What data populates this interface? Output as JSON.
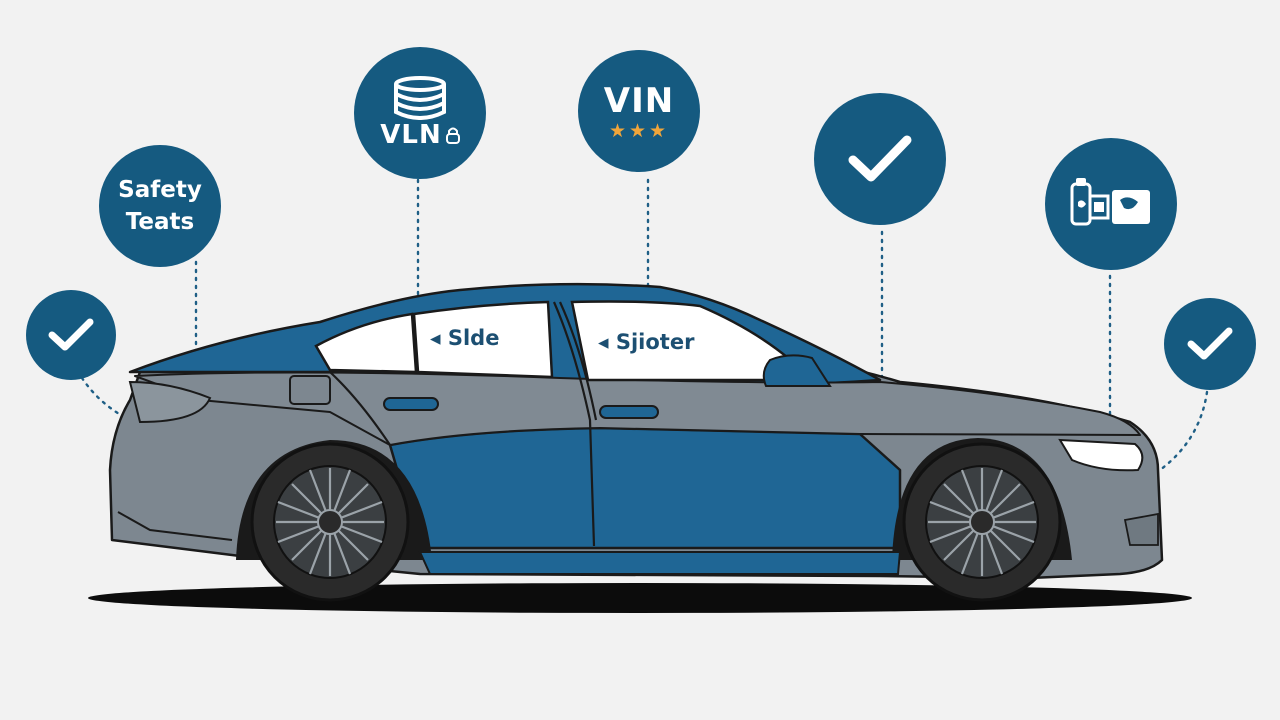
{
  "callouts": {
    "safety_tests": {
      "line1": "Safety",
      "line2": "Teats"
    },
    "vin_database": {
      "label": "VLN"
    },
    "vin_rating": {
      "label": "VIN",
      "stars": "★★★"
    }
  },
  "windows": {
    "rear_window_label": "◂ Slde",
    "front_window_label": "◂ Sjioter"
  },
  "colors": {
    "circle_blue": "#155a80",
    "car_blue": "#1f6695",
    "car_gray": "#7d8790",
    "star_orange": "#f0a53a",
    "background": "#f2f2f2"
  }
}
